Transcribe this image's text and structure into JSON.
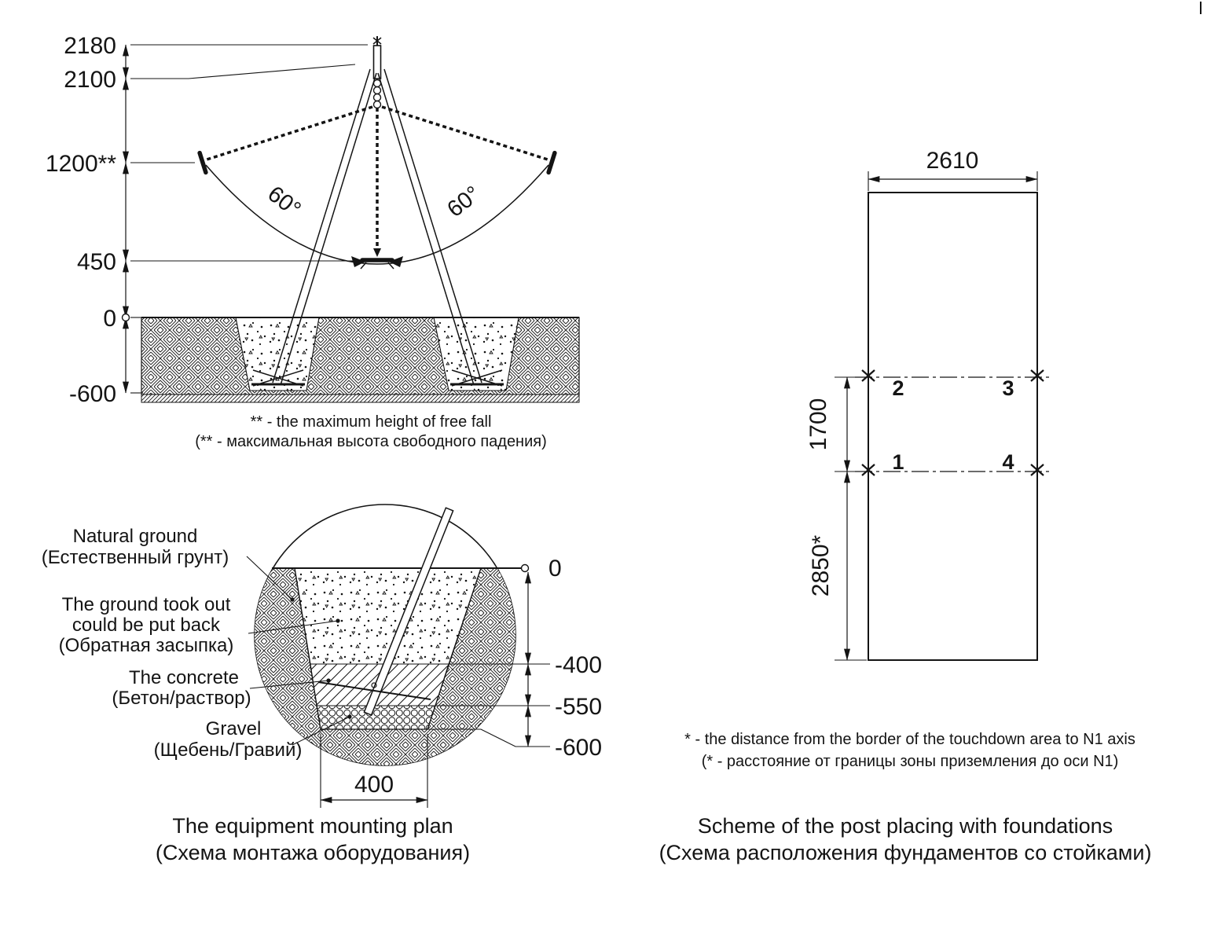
{
  "elevation": {
    "dim_2180": "2180",
    "dim_2100": "2100",
    "dim_1200": "1200**",
    "dim_450": "450",
    "dim_0": "0",
    "dim_m600": "-600",
    "angle_left": "60°",
    "angle_right": "60°",
    "note_line1": "** - the maximum height of free fall",
    "note_line2": "(** - максимальная высота свободного падения)"
  },
  "detail": {
    "label_natural_1": "Natural ground",
    "label_natural_2": "(Естественный грунт)",
    "label_backfill_1": "The ground took out",
    "label_backfill_2": "could be put back",
    "label_backfill_3": "(Обратная засыпка)",
    "label_concrete_1": "The concrete",
    "label_concrete_2": "(Бетон/раствор)",
    "label_gravel_1": "Gravel",
    "label_gravel_2": "(Щебень/Гравий)",
    "dim_0": "0",
    "dim_m400": "-400",
    "dim_m550": "-550",
    "dim_m600": "-600",
    "dim_400": "400",
    "title_1": "The equipment mounting plan",
    "title_2": "(Схема монтажа оборудования)"
  },
  "plan": {
    "dim_2610": "2610",
    "dim_1700": "1700",
    "dim_2850": "2850*",
    "post_1": "1",
    "post_2": "2",
    "post_3": "3",
    "post_4": "4",
    "note_line1": "* - the distance from the border of the touchdown area to N1 axis",
    "note_line2": "(* - расстояние от границы зоны приземления до оси N1)",
    "title_1": "Scheme of the post placing with foundations",
    "title_2": "(Схема расположения фундаментов со стойками)"
  }
}
